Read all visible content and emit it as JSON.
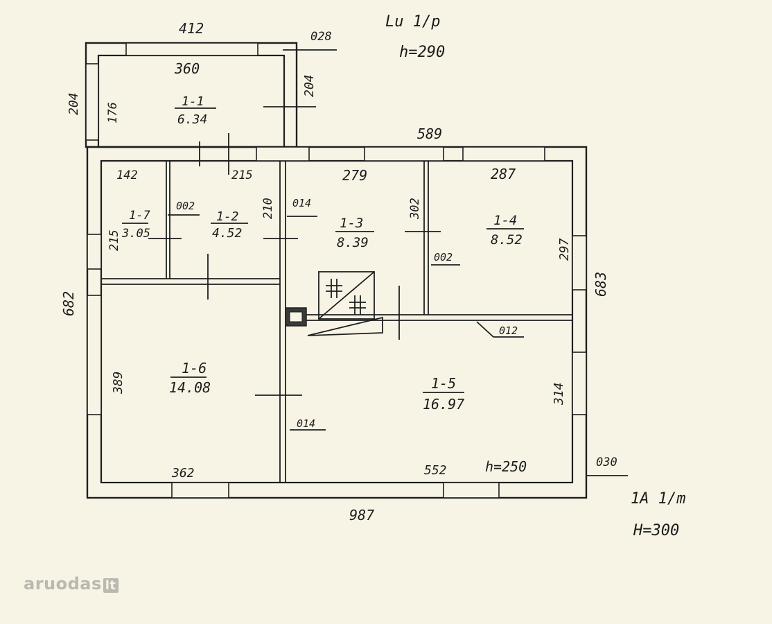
{
  "header": {
    "top_note": "Lu 1/p",
    "ceiling_height": "h=290"
  },
  "footer": {
    "plan_code": "1A 1/m",
    "height_note": "H=300"
  },
  "dimensions": {
    "top_left_width": "412",
    "top_left_gap": "028",
    "annex_inner": "360",
    "annex_left_height": "204",
    "annex_inner_height": "176",
    "annex_right_height": "204",
    "top_main_width": "589",
    "room7_width": "142",
    "room2_width": "215",
    "room3_width": "279",
    "room4_width": "287",
    "room7_height": "215",
    "room2_height": "210",
    "wall_014_top": "014",
    "wall_002_left": "002",
    "room3_right": "302",
    "wall_002_right": "002",
    "room4_height": "297",
    "right_total": "683",
    "left_total": "682",
    "room6_height": "389",
    "room5_height": "314",
    "wall_012": "012",
    "wall_014_bottom": "014",
    "room6_width": "362",
    "room5_width": "552",
    "room5_ceiling": "h=250",
    "right_gap": "030",
    "total_width": "987"
  },
  "rooms": [
    {
      "id": "1-1",
      "area": "6.34"
    },
    {
      "id": "1-2",
      "area": "4.52"
    },
    {
      "id": "1-3",
      "area": "8.39"
    },
    {
      "id": "1-4",
      "area": "8.52"
    },
    {
      "id": "1-5",
      "area": "16.97"
    },
    {
      "id": "1-6",
      "area": "14.08"
    },
    {
      "id": "1-7",
      "area": "3.05"
    }
  ],
  "watermark": {
    "brand": "aruodas",
    "tld": "lt"
  }
}
